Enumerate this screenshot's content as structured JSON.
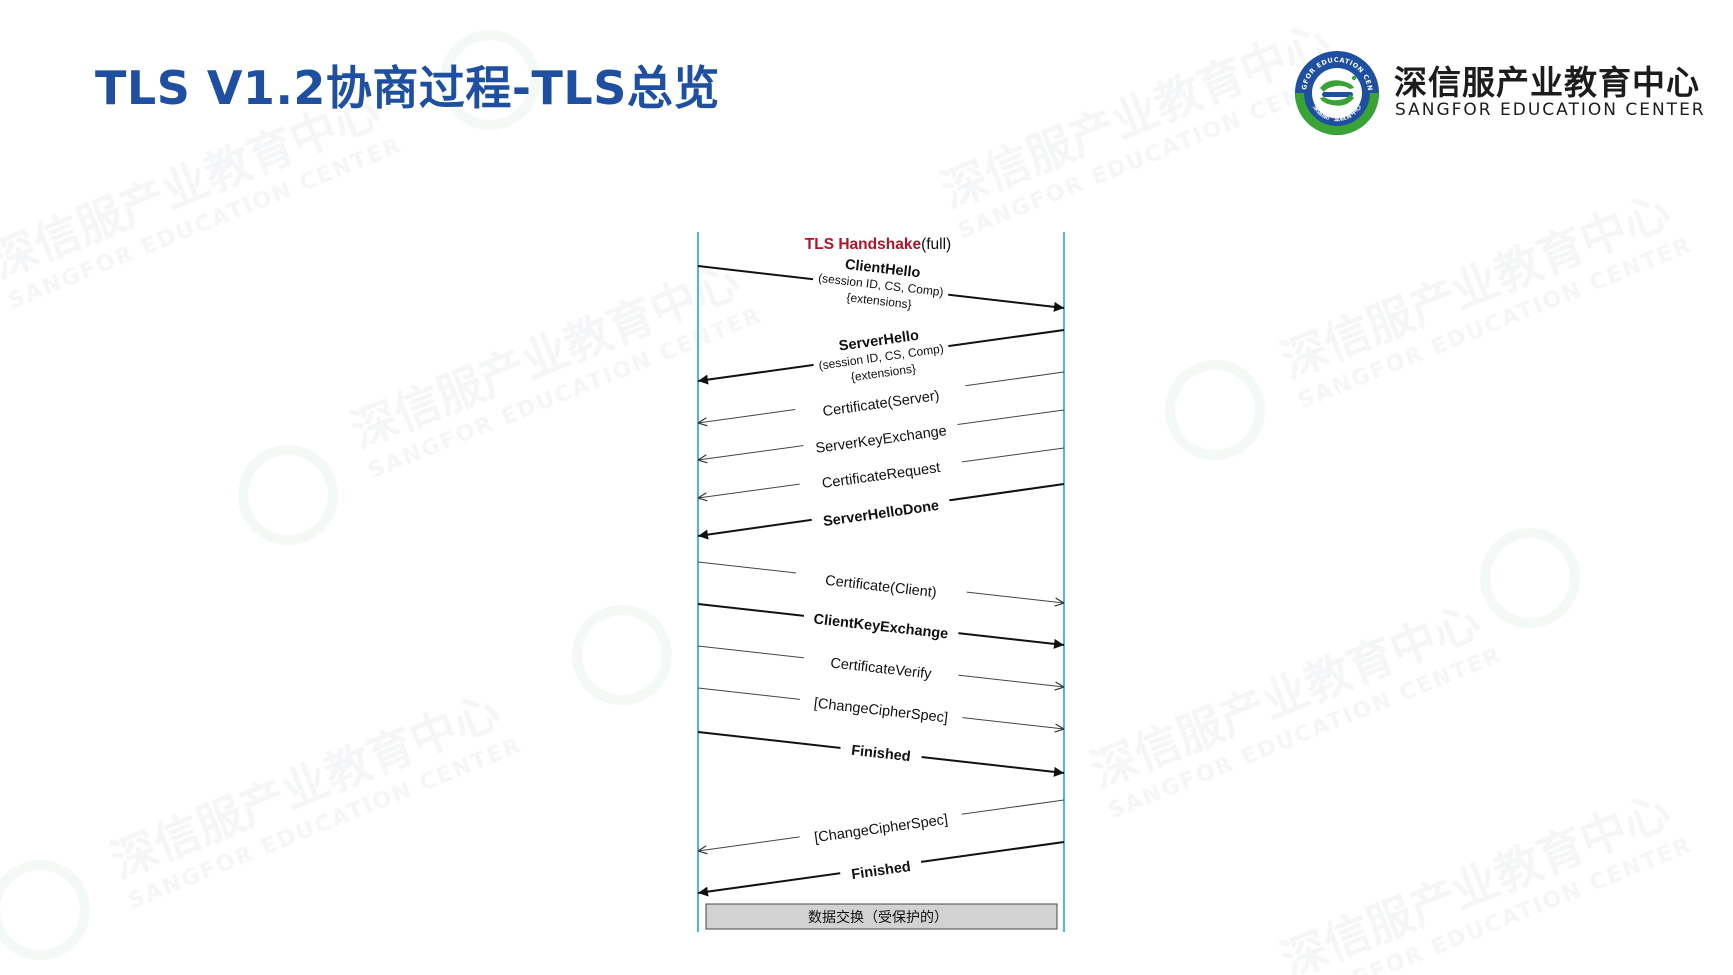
{
  "title": "TLS V1.2协商过程-TLS总览",
  "brand": {
    "name_cn": "深信服产业教育中心",
    "name_en": "SANGFOR EDUCATION CENTER",
    "seal_text": "SANGFOR EDUCATION CENTER",
    "seal_inner_text": "深信服产业教育中心",
    "colors": {
      "blue": "#1e4fa0",
      "green": "#3aa335",
      "title": "#1e4fa0"
    }
  },
  "watermark": {
    "cn": "深信服产业教育中心",
    "en": "SANGFOR EDUCATION CENTER"
  },
  "diagram": {
    "title_bold": "TLS Handshake",
    "title_suffix": "(full)",
    "title_color": "#b0132a",
    "lifeline_color": "#27a4dc",
    "messages": [
      {
        "lines": [
          "ClientHello",
          "(session ID, CS, Comp)",
          "{extensions}"
        ],
        "direction": "client-to-server",
        "bold": true
      },
      {
        "lines": [
          "ServerHello",
          "(session ID, CS, Comp)",
          "{extensions}"
        ],
        "direction": "server-to-client",
        "bold": true
      },
      {
        "lines": [
          "Certificate(Server)"
        ],
        "direction": "server-to-client",
        "bold": false
      },
      {
        "lines": [
          "ServerKeyExchange"
        ],
        "direction": "server-to-client",
        "bold": false
      },
      {
        "lines": [
          "CertificateRequest"
        ],
        "direction": "server-to-client",
        "bold": false
      },
      {
        "lines": [
          "ServerHelloDone"
        ],
        "direction": "server-to-client",
        "bold": true
      },
      {
        "lines": [
          "Certificate(Client)"
        ],
        "direction": "client-to-server",
        "bold": false
      },
      {
        "lines": [
          "ClientKeyExchange"
        ],
        "direction": "client-to-server",
        "bold": true
      },
      {
        "lines": [
          "CertificateVerify"
        ],
        "direction": "client-to-server",
        "bold": false
      },
      {
        "lines": [
          "[ChangeCipherSpec]"
        ],
        "direction": "client-to-server",
        "bold": false
      },
      {
        "lines": [
          "Finished"
        ],
        "direction": "client-to-server",
        "bold": true
      },
      {
        "lines": [
          "[ChangeCipherSpec]"
        ],
        "direction": "server-to-client",
        "bold": false
      },
      {
        "lines": [
          "Finished"
        ],
        "direction": "server-to-client",
        "bold": true
      }
    ],
    "footer_box": "数据交换（受保护的）"
  }
}
